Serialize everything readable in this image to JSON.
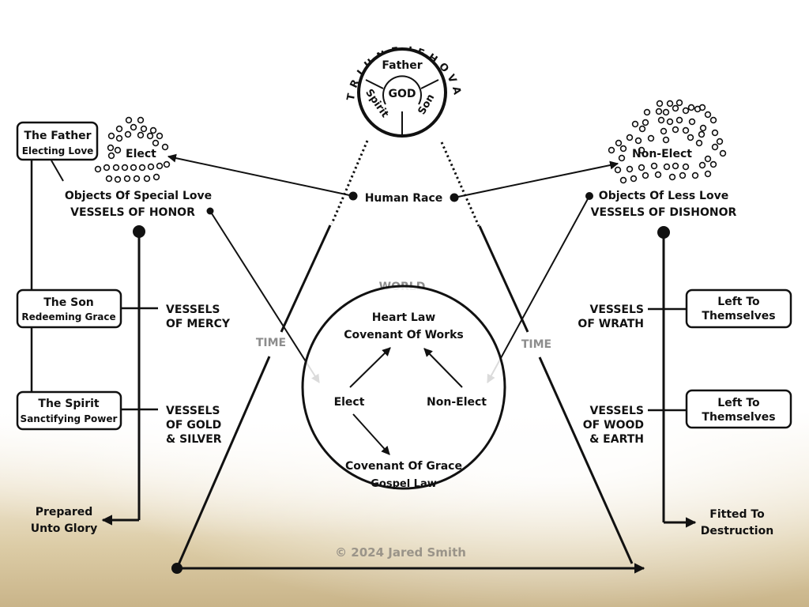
{
  "center": {
    "arc_left": "TRIUNE",
    "arc_right": "JEHOVAH",
    "father": "Father",
    "god": "GOD",
    "spirit": "Spirit",
    "son": "Son"
  },
  "human_race": "Human Race",
  "left": {
    "cluster_label": "Elect",
    "objects": "Objects Of Special Love",
    "vessels": "VESSELS OF HONOR",
    "father_box": {
      "title": "The Father",
      "subtitle": "Electing Love"
    },
    "son_box": {
      "title": "The Son",
      "subtitle": "Redeeming Grace"
    },
    "spirit_box": {
      "title": "The Spirit",
      "subtitle": "Sanctifying Power"
    },
    "mercy": [
      "VESSELS",
      "OF MERCY"
    ],
    "gold": [
      "VESSELS",
      "OF GOLD",
      "& SILVER"
    ],
    "end": [
      "Prepared",
      "Unto Glory"
    ]
  },
  "right": {
    "cluster_label": "Non-Elect",
    "objects": "Objects Of Less Love",
    "vessels": "VESSELS OF DISHONOR",
    "wrath": [
      "VESSELS",
      "OF WRATH"
    ],
    "wood": [
      "VESSELS",
      "OF WOOD",
      "& EARTH"
    ],
    "box1": [
      "Left To",
      "Themselves"
    ],
    "box2": [
      "Left To",
      "Themselves"
    ],
    "end": [
      "Fitted To",
      "Destruction"
    ]
  },
  "time_label": "TIME",
  "world": {
    "label": "WORLD",
    "heart_law": "Heart Law",
    "works": "Covenant Of Works",
    "elect": "Elect",
    "non_elect": "Non-Elect",
    "grace": "Covenant Of Grace",
    "gospel": "Gospel Law"
  },
  "copyright": "© 2024 Jared Smith",
  "colors": {
    "ink": "#111111",
    "grey_label": "#8d8d8d",
    "gold_bg": "#c9b489"
  }
}
